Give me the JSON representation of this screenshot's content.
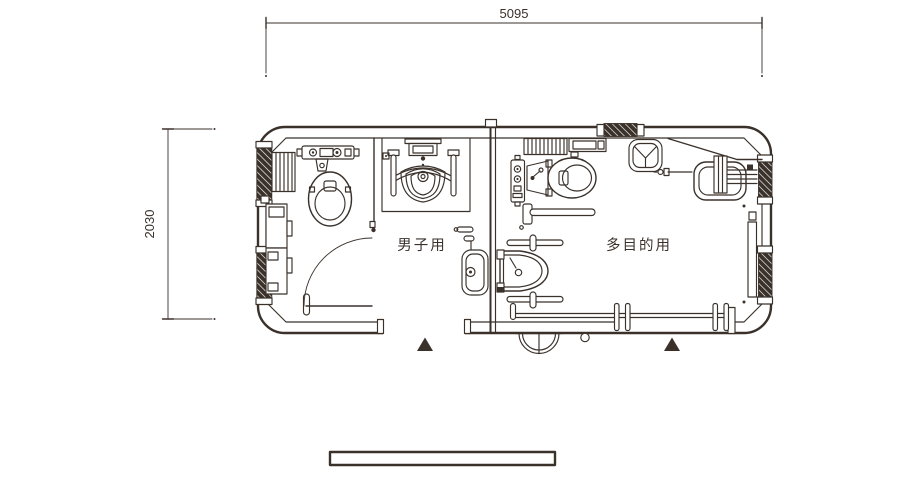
{
  "dimensions": {
    "width": "5095",
    "height": "2030"
  },
  "rooms": {
    "mens": {
      "label": "男子用"
    },
    "multipurpose": {
      "label": "多目的用"
    }
  },
  "colors": {
    "line": "#3a312b",
    "background": "#ffffff"
  },
  "icons": {
    "entrance_marker": "filled-triangle-up",
    "wall_structure": "diagonal-hatch-block"
  },
  "fixtures": {
    "mens": [
      "wall-flush-unit",
      "toilet",
      "wall-grille",
      "service-cabinet",
      "stall-partition",
      "swing-door",
      "urinal-with-grab-bars",
      "wall-hung-urinal"
    ],
    "multipurpose": [
      "control-panel",
      "accessible-toilet",
      "l-grab-bar",
      "ventilation-grille",
      "dispenser-box",
      "corner-hand-basin",
      "corner-counter",
      "fold-down-unit",
      "wash-basin-with-grab-bars",
      "sliding-door-track",
      "door-closer",
      "wall-panel"
    ]
  }
}
